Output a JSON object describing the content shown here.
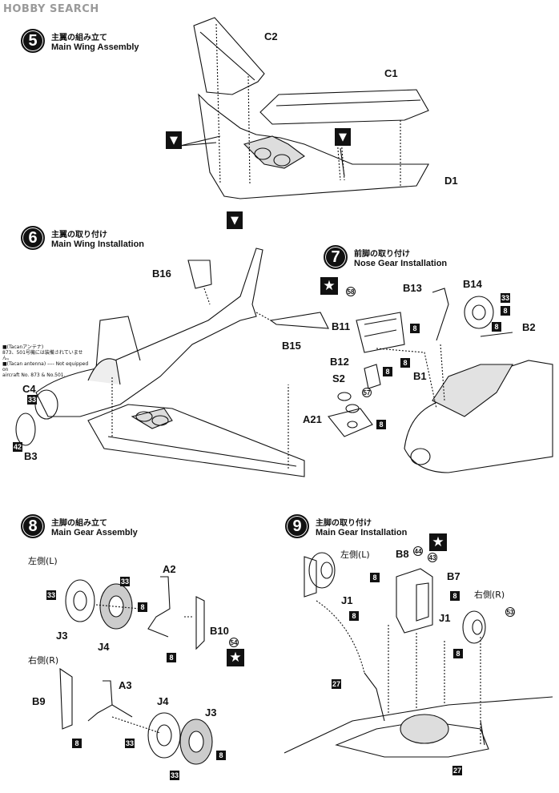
{
  "watermark": "HOBBY SEARCH",
  "steps": [
    {
      "number": "5",
      "title_jp": "主翼の組み立て",
      "title_en": "Main Wing Assembly"
    },
    {
      "number": "6",
      "title_jp": "主翼の取り付け",
      "title_en": "Main Wing Installation"
    },
    {
      "number": "7",
      "title_jp": "前脚の取り付け",
      "title_en": "Nose Gear Installation"
    },
    {
      "number": "8",
      "title_jp": "主脚の組み立て",
      "title_en": "Main Gear Assembly"
    },
    {
      "number": "9",
      "title_jp": "主脚の取り付け",
      "title_en": "Main Gear Installation"
    }
  ],
  "part_labels": {
    "c2": "C2",
    "c1": "C1",
    "d1": "D1",
    "b16": "B16",
    "b15": "B15",
    "c4": "C4",
    "b3": "B3",
    "b13": "B13",
    "b14": "B14",
    "b11": "B11",
    "b2": "B2",
    "b12": "B12",
    "b1": "B1",
    "s2": "S2",
    "a21": "A21",
    "a2": "A2",
    "b10": "B10",
    "j3_l": "J3",
    "j4_l": "J4",
    "a3": "A3",
    "b9": "B9",
    "j4_r": "J4",
    "j3_r": "J3",
    "b8": "B8",
    "b7": "B7",
    "j1_l": "J1",
    "j1_r": "J1"
  },
  "side_labels": {
    "left_8": "左側(L)",
    "right_8": "右側(R)",
    "left_9": "左側(L)",
    "right_9": "右側(R)"
  },
  "paint_codes": {
    "c4_33": "33",
    "b3_42": "42",
    "b14_33": "33",
    "b14_8": "8",
    "b11_8": "8",
    "b2_8": "8",
    "b12_8": "8",
    "b1_8": "8",
    "a21_8": "8",
    "s2_57": "57",
    "b11_58": "58",
    "j3l_33": "33",
    "j4l_33": "33",
    "a2_8": "8",
    "b10_54": "54",
    "b10_8": "8",
    "b9_8": "8",
    "j4r_33": "33",
    "j3r_8": "8",
    "j3r_33": "33",
    "b8_44": "44",
    "b8_43": "43",
    "b8_8": "8",
    "b7_8": "8",
    "j1l_8": "8",
    "j1r_8": "8",
    "r_53": "53",
    "well_27a": "27",
    "well_27b": "27"
  },
  "note": {
    "line1": "■(Tacanアンテナ)",
    "line2": "873、501号機には装備されていません。",
    "line3": "■(Tacan antenna) ---- Not equipped on",
    "line4": "aircraft No. 873 & No.501."
  },
  "icons": {
    "star": "★",
    "drill": "drill-hole-icon"
  }
}
